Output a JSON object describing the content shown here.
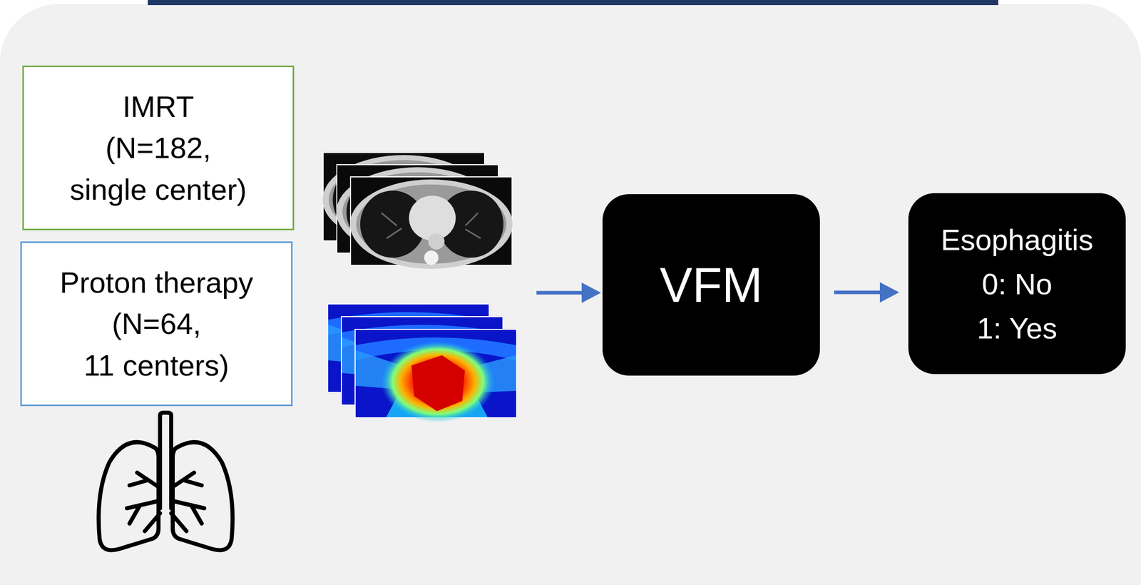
{
  "diagram": {
    "nodes": [
      {
        "text": [
          "IMRT",
          "(N=182,",
          "single center)"
        ]
      },
      {
        "text": [
          "Proton therapy",
          "(N=64,",
          "11 centers)"
        ]
      },
      {
        "text": [
          "VFM"
        ]
      },
      {
        "text": [
          "Esophagitis",
          "0: No",
          "1: Yes"
        ]
      }
    ],
    "edges": [
      {
        "from": 2,
        "to": 3,
        "arrow": "to"
      }
    ]
  }
}
